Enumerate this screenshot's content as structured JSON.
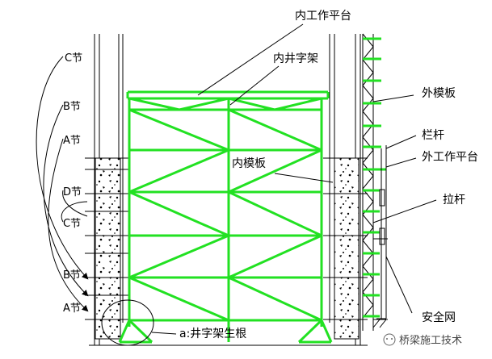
{
  "labels": {
    "inner_platform": "内工作平台",
    "inner_frame": "内井字架",
    "outer_formwork": "外模板",
    "railing": "栏杆",
    "outer_platform": "外工作平台",
    "inner_formwork": "内模板",
    "tie_rod": "拉杆",
    "safety_net": "安全网",
    "frame_root": "a:井字架生根"
  },
  "sections_left": [
    "C节",
    "B节",
    "A节",
    "D节",
    "C节",
    "B节",
    "A节"
  ],
  "watermark": "桥梁施工技术",
  "colors": {
    "frame": "#22e122",
    "line": "#000000",
    "background": "#ffffff"
  }
}
